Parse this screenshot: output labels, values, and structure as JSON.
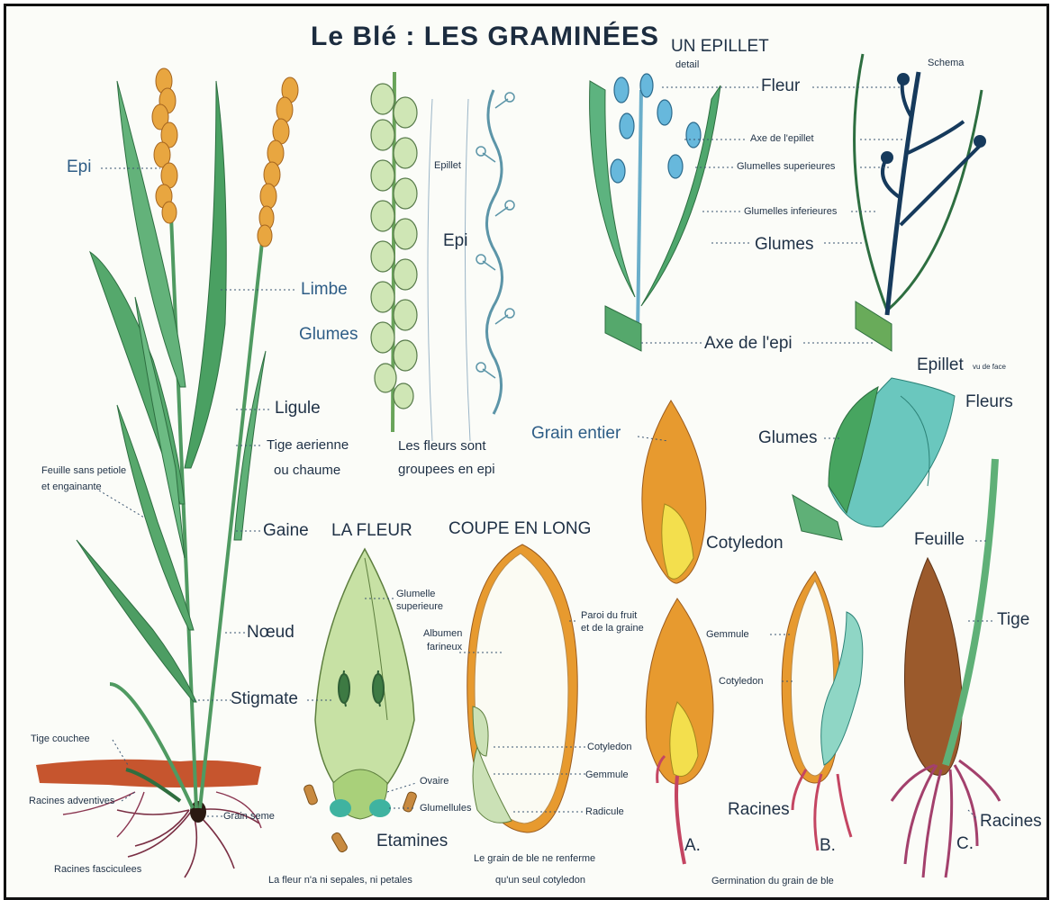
{
  "title": "Le Blé : LES GRAMINÉES",
  "sections": {
    "epillet": "UN EPILLET",
    "epillet_detail": "detail",
    "schema": "Schema",
    "fleur": "LA FLEUR",
    "coupe": "COUPE EN LONG"
  },
  "labels": {
    "epi_plant": "Epi",
    "limbe": "Limbe",
    "glumes_plant": "Glumes",
    "ligule": "Ligule",
    "tige_aerienne_1": "Tige aerienne",
    "tige_aerienne_2": "ou chaume",
    "feuille_sans_1": "Feuille sans petiole",
    "feuille_sans_2": "et engainante",
    "gaine": "Gaine",
    "noeud": "Nœud",
    "stigmate": "Stigmate",
    "tige_couchee": "Tige couchee",
    "racines_adventives": "Racines adventives",
    "grain_seme": "Grain seme",
    "racines_fasciculees": "Racines fasciculees",
    "epillet_small": "Epillet",
    "epi_mid": "Epi",
    "fleurs_epi_1": "Les fleurs sont",
    "fleurs_epi_2": "groupees en epi",
    "fleur_spk": "Fleur",
    "axe_epillet": "Axe de l'epillet",
    "glumelles_sup": "Glumelles superieures",
    "glumelles_inf": "Glumelles inferieures",
    "glumes_spk": "Glumes",
    "axe_epi": "Axe de l'epi",
    "grain_entier": "Grain entier",
    "cotyledon_grain": "Cotyledon",
    "epillet_face": "Epillet",
    "vu_de_face": "vu de face",
    "glumes_face": "Glumes",
    "fleurs_face": "Fleurs",
    "glumelle_sup_1": "Glumelle",
    "glumelle_sup_2": "superieure",
    "ovaire": "Ovaire",
    "glumellules": "Glumellules",
    "etamines": "Etamines",
    "fleur_note": "La fleur n'a ni sepales, ni petales",
    "albumen_1": "Albumen",
    "albumen_2": "farineux",
    "paroi_1": "Paroi du fruit",
    "paroi_2": "et de la graine",
    "cotyledon_coupe": "Cotyledon",
    "gemmule_coupe": "Gemmule",
    "radicule": "Radicule",
    "grain_note_1": "Le grain de ble ne renferme",
    "grain_note_2": "qu'un seul cotyledon",
    "gemmule_germ": "Gemmule",
    "cotyledon_germ": "Cotyledon",
    "racines_b": "Racines",
    "feuille": "Feuille",
    "tige": "Tige",
    "racines_c": "Racines",
    "a": "A.",
    "b": "B.",
    "c": "C.",
    "germination": "Germination du grain de ble"
  },
  "colors": {
    "leaf": "#3f9a5a",
    "leaf_light": "#8fcf9a",
    "grain": "#e79a2f",
    "spike": "#e8a640",
    "soil": "#c6552e",
    "root": "#b0244a",
    "ink": "#1f3146",
    "blue_spikelet": "#67b8dc"
  }
}
